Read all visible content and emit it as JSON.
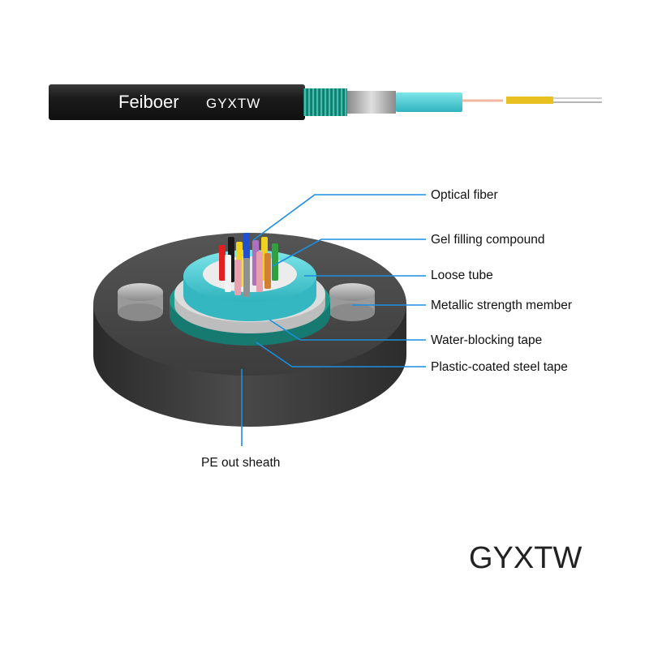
{
  "cable": {
    "brand": "Feiboer",
    "model": "GYXTW"
  },
  "labels": {
    "optical_fiber": "Optical fiber",
    "gel_filling_compound": "Gel filling compound",
    "loose_tube": "Loose tube",
    "metallic_strength_member": "Metallic strength member",
    "water_blocking_tape": "Water-blocking tape",
    "plastic_coated_steel_tape": "Plastic-coated steel tape",
    "pe_out_sheath": "PE out sheath"
  },
  "caption": "GYXTW",
  "colors": {
    "leader_line": "#1a8fe0",
    "sheath": "#3a3a3a",
    "loose_tube": "#4fd6dc",
    "steel_tape": "#1e9a8c",
    "water_blocking_tape": "#cfcfcf",
    "strength_member": "#b5b5b5",
    "gel": "#e9e9e9"
  },
  "fiber_colors": [
    "#e02020",
    "#1a1a1a",
    "#2050d0",
    "#f0d020",
    "#b070c0",
    "#30a040",
    "#f0f0f0",
    "#e8a0b0",
    "#d08030",
    "#909090",
    "#40c0d0",
    "#8a5a3a"
  ]
}
